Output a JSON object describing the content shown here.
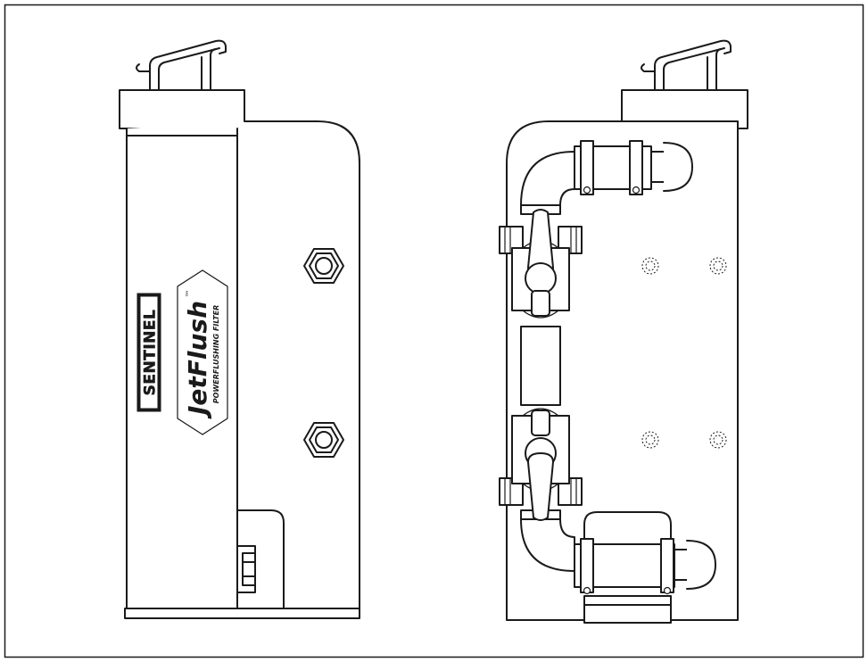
{
  "figure": {
    "frame_color": "#1a1a1a",
    "background_color": "#ffffff",
    "accent_grey": "#d9d9d9"
  },
  "side_view": {
    "brand_label": "SENTINEL",
    "product_name": "JetFlush",
    "trademark": "™",
    "product_subtitle": "POWERFLUSHING FILTER"
  },
  "back_view": {
    "valves": [
      "upper-ball-valve",
      "lower-ball-valve"
    ]
  }
}
